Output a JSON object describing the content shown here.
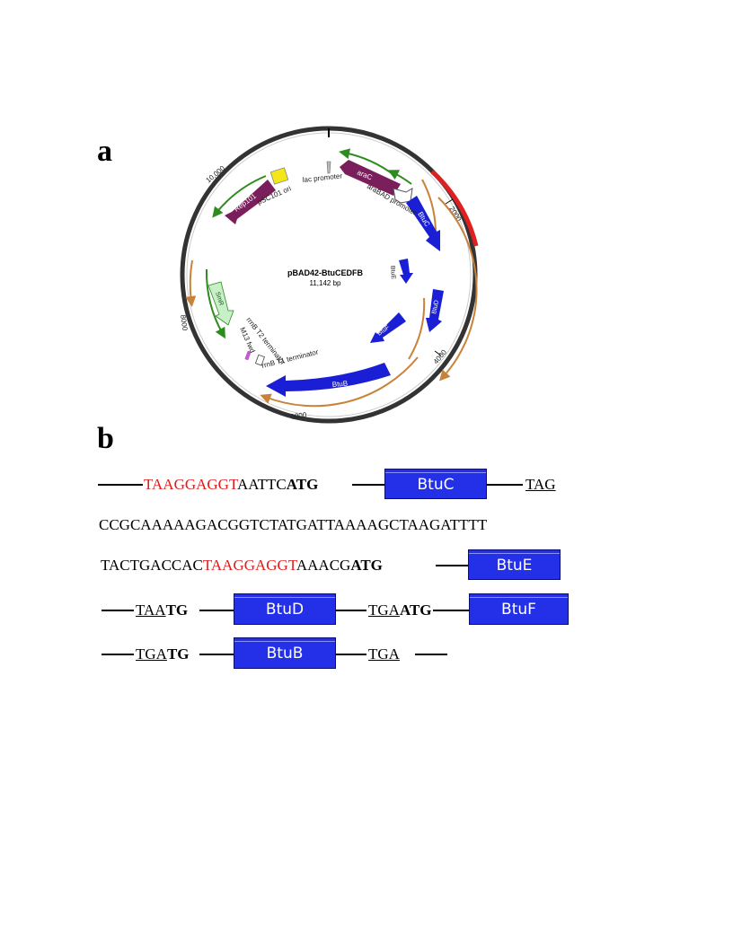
{
  "panel_a": {
    "label": "a",
    "plasmid_name": "pBAD42-BtuCEDFB",
    "plasmid_size": "11,142 bp",
    "ticks": [
      "2000",
      "4000",
      "6000",
      "8000",
      "10,000"
    ],
    "features": {
      "araC": "araC",
      "rep101": "Rep101",
      "btuC": "BtuC",
      "btuE": "BtuE",
      "btuD": "BtuD",
      "btuF": "BtuF",
      "btuB": "BtuB",
      "smr": "SmR",
      "lac_promoter": "lac promoter",
      "psc101_ori": "pSC101 ori",
      "arabad_promoter": "araBAD promoter",
      "rrnb_t2": "rrnB T2 terminator",
      "m13_fwd": "M13 fwd",
      "rrnb_t1": "rrnB T1 terminator"
    },
    "colors": {
      "backbone": "#333333",
      "highlight_red": "#e02020",
      "btu_blue": "#1a1fd6",
      "purple": "#7a1e5c",
      "orange": "#c8823a",
      "green": "#2e8b1e",
      "yellow": "#f5e61a",
      "smr_fill": "#c8f0c8"
    }
  },
  "panel_b": {
    "label": "b",
    "row1": {
      "rbs": "TAAGGAGGT",
      "mid": "AATTC",
      "start": "ATG",
      "gene": "BtuC",
      "stop": "TAG"
    },
    "row2": {
      "seq": "CCGCAAAAAGACGGTCTATGATTAAAAGCTAAGATTTT"
    },
    "row3": {
      "pre": "TACTGACCAC",
      "rbs": "TAAGGAGGT",
      "mid": "AAACG",
      "start": "ATG",
      "gene": "BtuE"
    },
    "row4": {
      "stop1": "TAA",
      "start1": "TG",
      "gene1": "BtuD",
      "stop2": "TGA",
      "start2": "ATG",
      "gene2": "BtuF"
    },
    "row5": {
      "stop1": "TGA",
      "start1": "TG",
      "gene": "BtuB",
      "stop2": "TGA"
    },
    "colors": {
      "gene_box": "#2330e8",
      "rbs_red": "#e21b1b"
    }
  }
}
